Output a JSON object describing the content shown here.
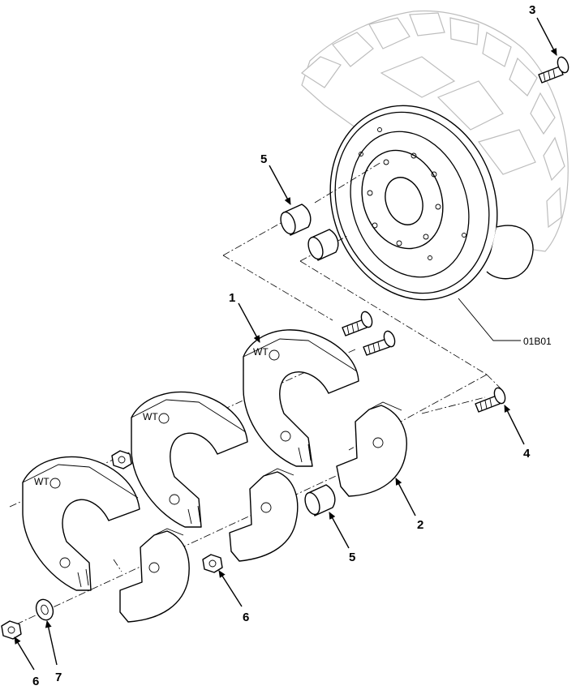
{
  "drawing": {
    "reference_code": "01B01",
    "callouts": [
      {
        "id": "c-3",
        "label": "3"
      },
      {
        "id": "c-5a",
        "label": "5"
      },
      {
        "id": "c-1",
        "label": "1"
      },
      {
        "id": "c-4",
        "label": "4"
      },
      {
        "id": "c-2",
        "label": "2"
      },
      {
        "id": "c-5b",
        "label": "5"
      },
      {
        "id": "c-6a",
        "label": "6"
      },
      {
        "id": "c-6b",
        "label": "6"
      },
      {
        "id": "c-7",
        "label": "7"
      }
    ]
  }
}
